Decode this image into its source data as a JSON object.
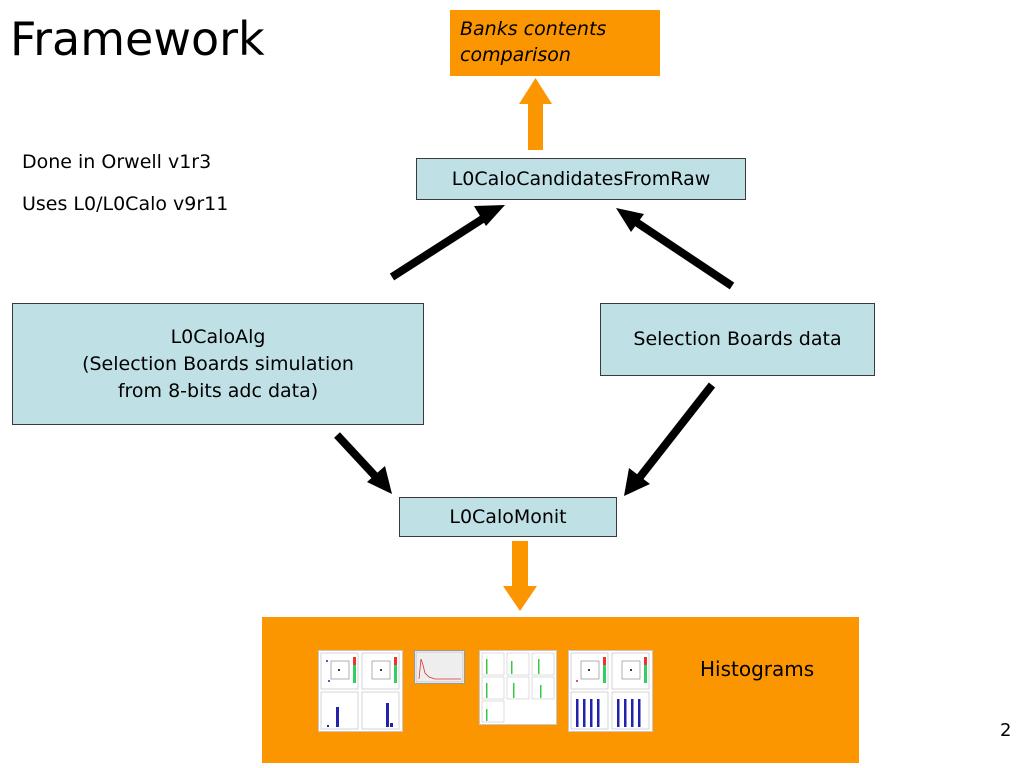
{
  "slide": {
    "title": "Framework",
    "page_number": "2"
  },
  "notes": {
    "line1": "Done in Orwell v1r3",
    "line2": "Uses L0/L0Calo v9r11"
  },
  "boxes": {
    "candidates_from_raw": "L0CaloCandidatesFromRaw",
    "calo_alg": {
      "line1": "L0CaloAlg",
      "line2": "(Selection Boards simulation",
      "line3": "from 8-bits adc data)"
    },
    "selection_boards": "Selection Boards data",
    "calo_monit": "L0CaloMonit"
  },
  "banks_comparison": {
    "line1": "Banks contents",
    "line2": "comparison"
  },
  "histograms": {
    "label": "Histograms"
  },
  "colors": {
    "box_fill": "#bfe0e4",
    "orange": "#fb9600",
    "arrow_black": "#000000"
  }
}
